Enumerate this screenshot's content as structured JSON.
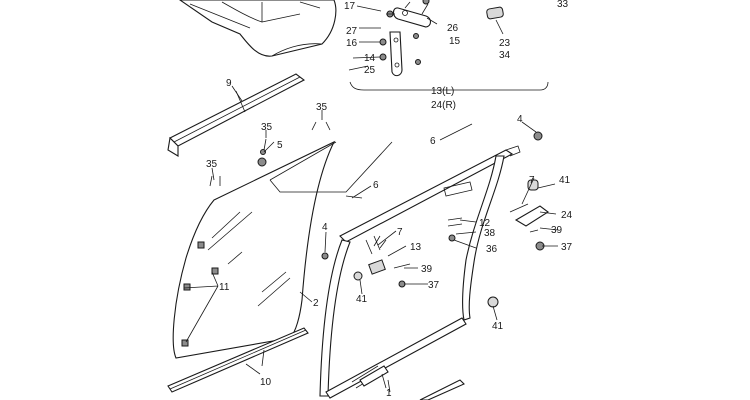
{
  "labels": {
    "l17": "17",
    "l26": "26",
    "l15": "15",
    "l27": "27",
    "l16": "16",
    "l14": "14",
    "l25": "25",
    "l23": "23",
    "l34": "34",
    "l33": "33",
    "l13L": "13(L)",
    "l24R": "24(R)",
    "l9": "9",
    "l35a": "35",
    "l35b": "35",
    "l5": "5",
    "l35c": "35",
    "l6a": "6",
    "l4a": "4",
    "l41a": "41",
    "l7a": "7",
    "l24": "24",
    "l6b": "6",
    "l12": "12",
    "l38": "38",
    "l36": "36",
    "l39a": "39",
    "l37a": "37",
    "l4b": "4",
    "l7b": "7",
    "l13": "13",
    "l39b": "39",
    "l37b": "37",
    "l41b": "41",
    "l11": "11",
    "l2": "2",
    "l41c": "41",
    "l10": "10",
    "l1": "1"
  }
}
